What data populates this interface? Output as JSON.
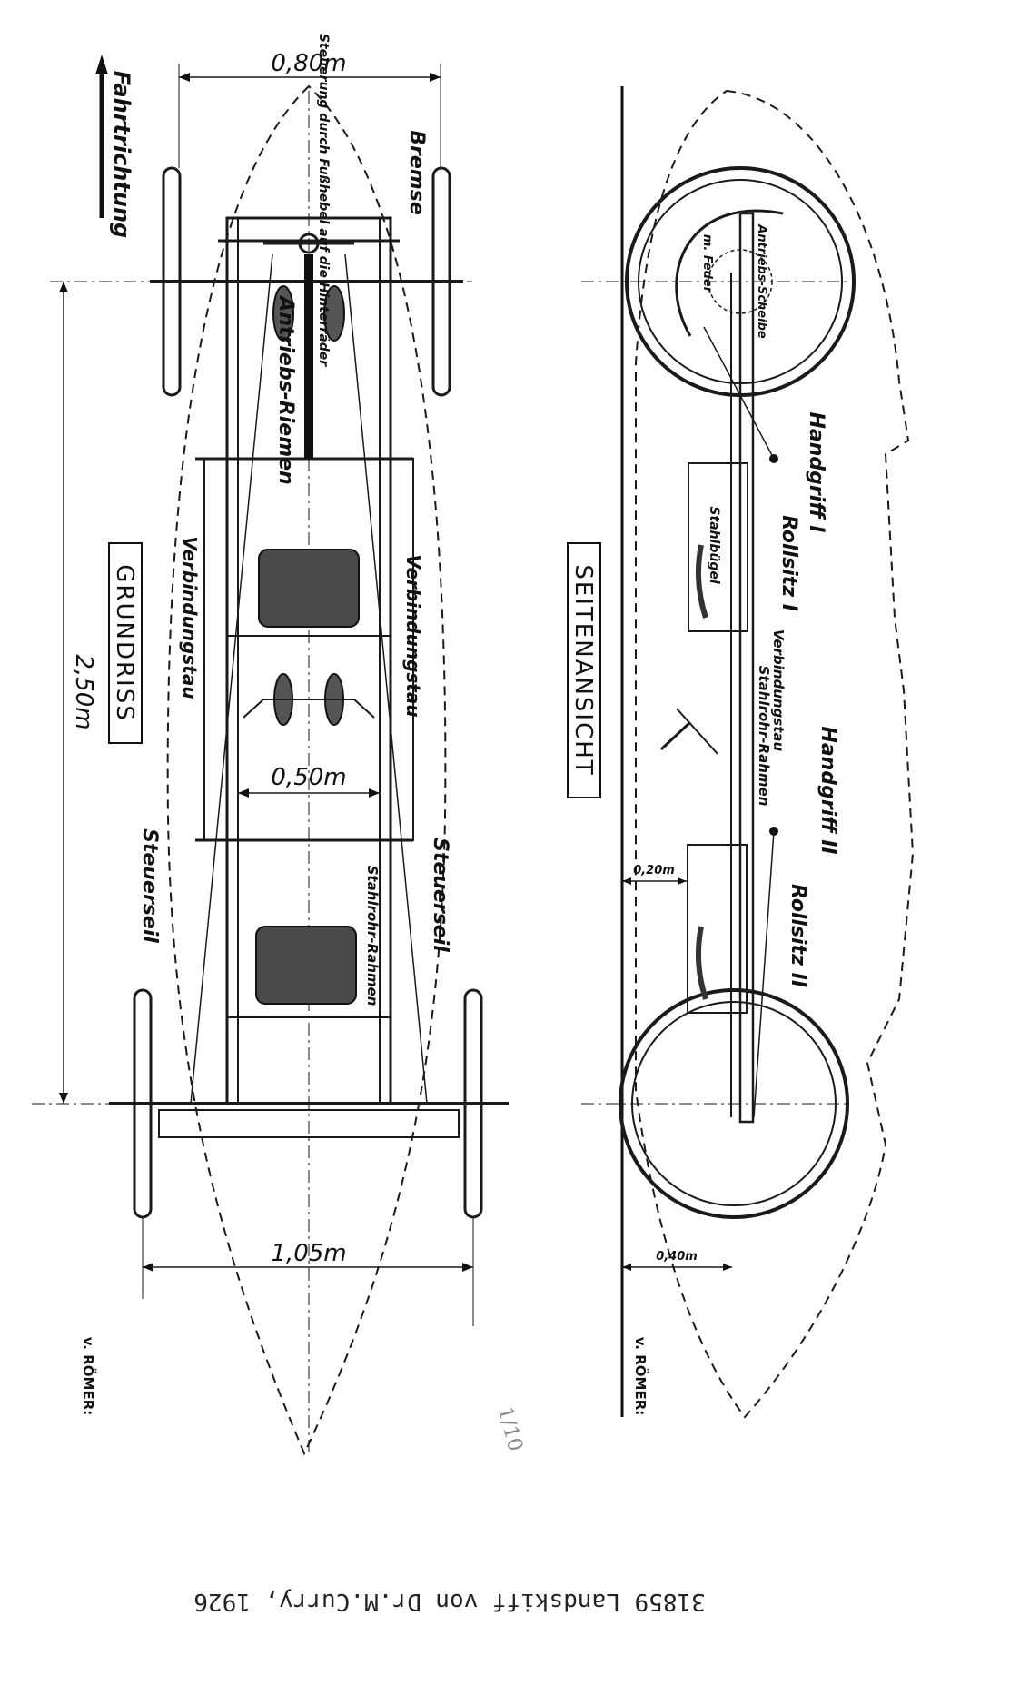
{
  "plan_view": {
    "title": "GRUNDRISS",
    "direction": "Fahrtrichtung",
    "dim_front_track": "0,80m",
    "dim_wheelbase": "2,50m",
    "dim_frame_width": "0,50m",
    "dim_rear_track": "1,05m",
    "brake": "Bremse",
    "steering": "Steuerung durch Fußhebel auf die Hinterräder",
    "drive_belt": "Antriebs-Riemen",
    "rope_right": "Verbindungstau",
    "rope_left": "Verbindungstau",
    "steer_rope_right": "Steuerseil",
    "steer_rope_left": "Steuerseil",
    "frame": "Stahlrohr-Rahmen",
    "signature": "v. RÖMER:"
  },
  "side_view": {
    "title": "SEITENANSICHT",
    "drive_disc": "Antriebs-Scheibe",
    "spring": "m. Feder",
    "handle_1": "Handgriff I",
    "seat_1": "Rollsitz I",
    "bow": "Stahlbügel",
    "rope": "Verbindungstau",
    "frame": "Stahlrohr-Rahmen",
    "handle_2": "Handgriff II",
    "seat_2": "Rollsitz II",
    "dim_height": "0,20m",
    "dim_wheel": "0,40m",
    "signature": "v. RÖMER:"
  },
  "caption": "31859 Landskiff von Dr.M.Curry, 1926",
  "pencil_note": "1/10"
}
